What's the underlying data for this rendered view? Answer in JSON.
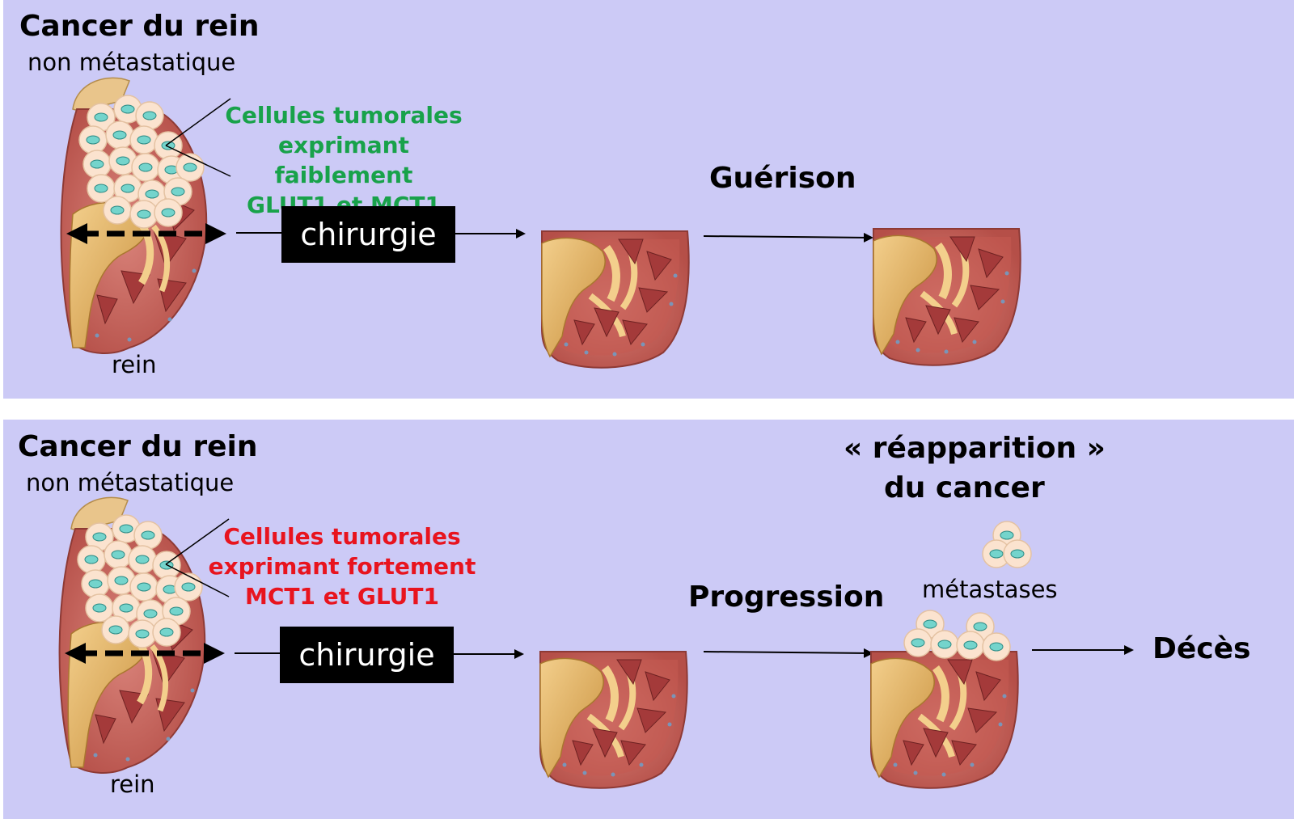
{
  "top": {
    "title": "Cancer du rein",
    "subtitle": "non métastatique",
    "cells_text": [
      "Cellules tumorales",
      "exprimant faiblement",
      "GLUT1 et MCT1"
    ],
    "organ_label": "rein",
    "surgery_label": "chirurgie",
    "outcome_label": "Guérison"
  },
  "bottom": {
    "title": "Cancer du rein",
    "subtitle": "non métastatique",
    "cells_text": [
      "Cellules tumorales",
      "exprimant fortement",
      "MCT1 et GLUT1"
    ],
    "organ_label": "rein",
    "surgery_label": "chirurgie",
    "stage_label": "Progression",
    "relapse_line1": "« réapparition »",
    "relapse_line2": "du cancer",
    "metastases_label": "métastases",
    "outcome_label": "Décès"
  },
  "colors": {
    "background": "#cccaf6",
    "low_expression_text": "#18a24a",
    "high_expression_text": "#e8141e",
    "kidney": "#c96a62",
    "tumor_cell": "#fbe3cf",
    "cell_nucleus": "#74d4cc"
  }
}
